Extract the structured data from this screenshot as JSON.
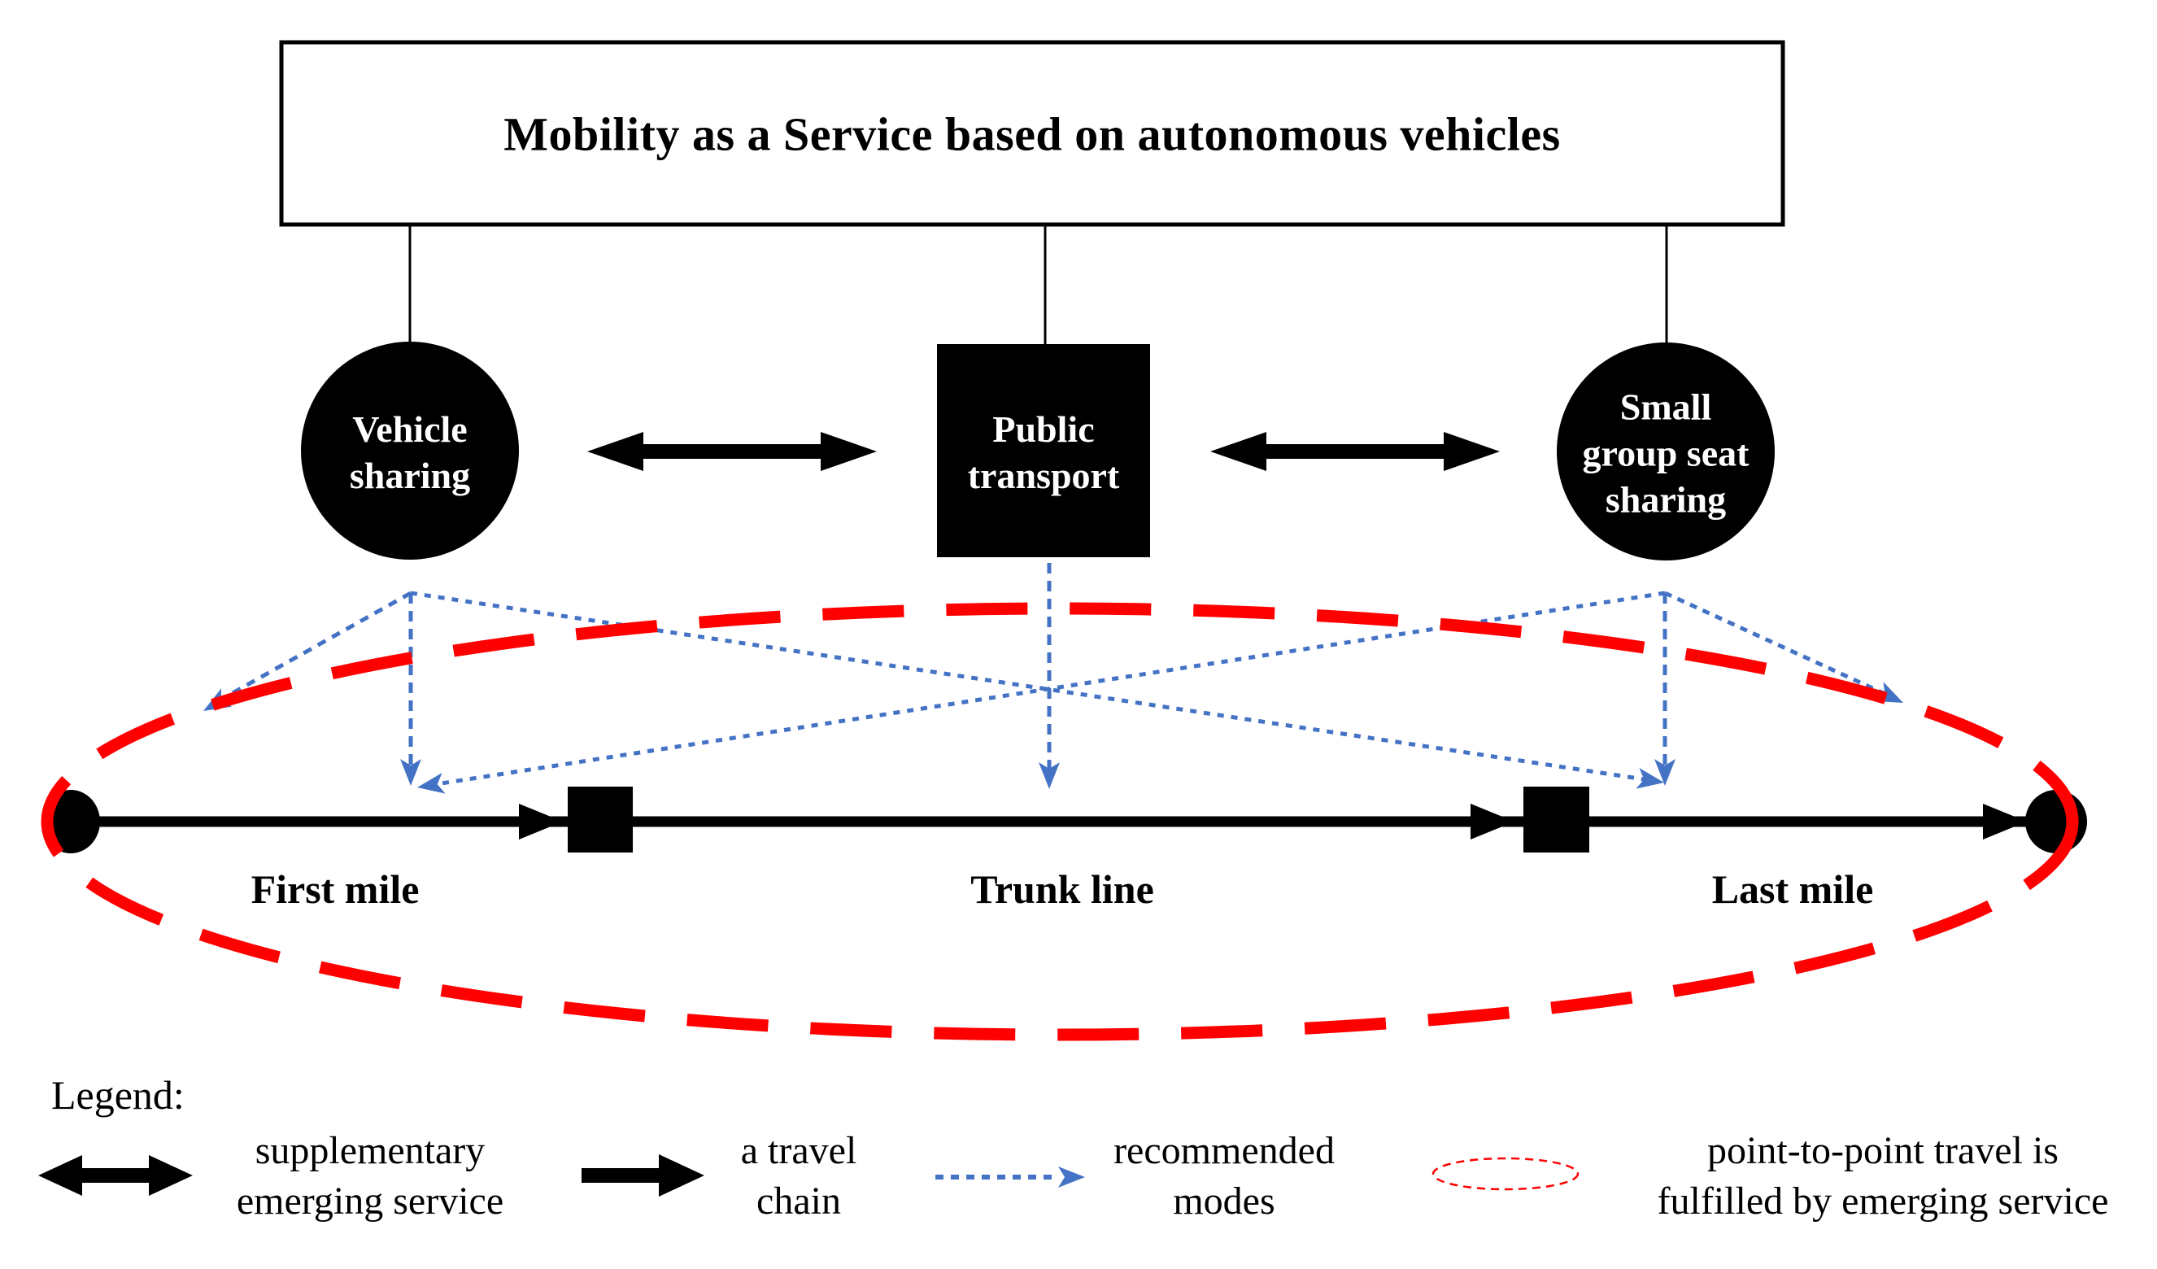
{
  "title": "Mobility as a Service based on autonomous vehicles",
  "nodes": {
    "vehicle_sharing": {
      "line1": "Vehicle",
      "line2": "sharing"
    },
    "public_transport": {
      "line1": "Public",
      "line2": "transport"
    },
    "small_group_seat_sharing": {
      "line1": "Small",
      "line2": "group seat",
      "line3": "sharing"
    }
  },
  "chain": {
    "first_mile": "First mile",
    "trunk_line": "Trunk line",
    "last_mile": "Last mile"
  },
  "legend": {
    "heading": "Legend:",
    "items": [
      {
        "line1": "supplementary",
        "line2": "emerging service"
      },
      {
        "line1": "a travel",
        "line2": "chain"
      },
      {
        "line1": "recommended",
        "line2": "modes"
      },
      {
        "line1": "point-to-point travel is",
        "line2": "fulfilled by emerging service"
      }
    ]
  },
  "colors": {
    "blue": "#4472C4",
    "red": "#FF0000",
    "black": "#000000",
    "node_text": "#FFFFFF"
  }
}
